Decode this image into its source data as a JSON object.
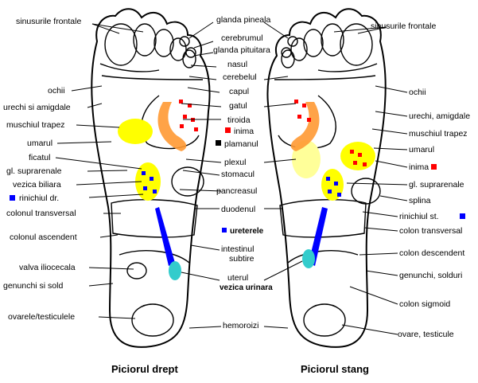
{
  "titles": {
    "right_foot": "Piciorul drept",
    "left_foot": "Piciorul stang"
  },
  "center_labels": [
    "glanda pineala",
    "cerebrumul",
    "glanda pituitara",
    "nasul",
    "cerebelul",
    "capul",
    "gatul",
    "tiroida",
    "inima",
    "plamanul",
    "plexul",
    "stomacul",
    "pancreasul",
    "duodenul",
    "ureterele",
    "intestinul",
    "subtire",
    "uterul",
    "vezica urinara",
    "hemoroizi"
  ],
  "left_labels": [
    "sinusurile frontale",
    "ochii",
    "urechi si amigdale",
    "muschiul trapez",
    "umarul",
    "ficatul",
    "gl. suprarenale",
    "vezica biliara",
    "rinichiul dr.",
    "colonul transversal",
    "colonul ascendent",
    "valva iliocecala",
    "genunchi si sold",
    "ovarele/testiculele"
  ],
  "right_labels": [
    "sinusurile frontale",
    "ochii",
    "urechi, amigdale",
    "muschiul trapez",
    "umarul",
    "inima",
    "gl. suprarenale",
    "splina",
    "rinichiul st.",
    "colon transversal",
    "colon descendent",
    "genunchi, solduri",
    "colon sigmoid",
    "ovare, testicule"
  ],
  "colors": {
    "heart_red": "#ff0000",
    "yellow": "#ffff00",
    "orange": "#ff9933",
    "blue": "#0000ff",
    "cyan": "#33cccc",
    "pale_yellow": "#ffff99",
    "black": "#000000"
  }
}
